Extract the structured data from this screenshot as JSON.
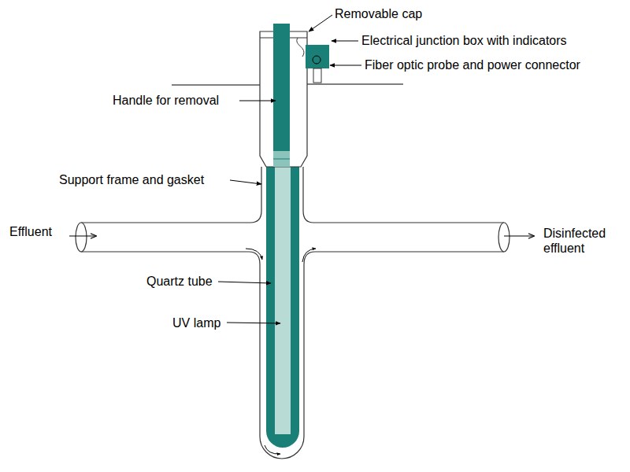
{
  "diagram": {
    "labels": [
      "Removable cap",
      "Electrical junction box with indicators",
      "Fiber optic probe and power connector",
      "Handle for removal",
      "Support frame and gasket",
      "Effluent",
      "Disinfected effluent",
      "Quartz tube",
      "UV lamp"
    ]
  }
}
